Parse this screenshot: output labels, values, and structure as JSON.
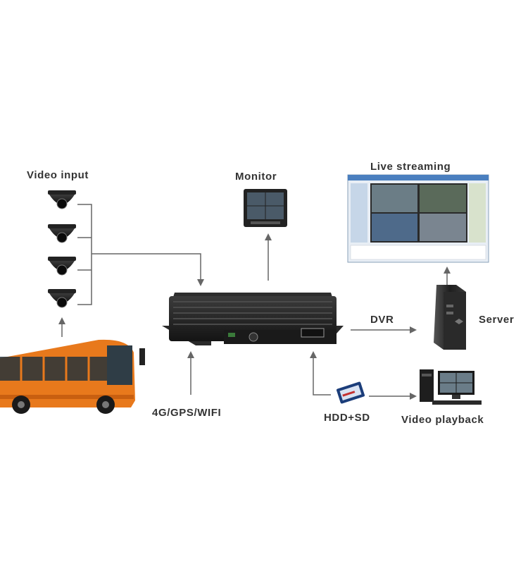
{
  "labels": {
    "video_input": "Video input",
    "monitor": "Monitor",
    "live_streaming": "Live streaming",
    "server": "Server",
    "dvr": "DVR",
    "network": "4G/GPS/WIFI",
    "storage": "HDD+SD",
    "video_playback": "Video playback"
  },
  "colors": {
    "text": "#333333",
    "arrow": "#666666",
    "bus_body": "#e8791c",
    "device": "#1b1b1b"
  },
  "icons": [
    "dome-camera-icon",
    "bus-icon",
    "mdvr-device-icon",
    "monitor-icon",
    "streaming-screen-icon",
    "server-tower-icon",
    "sd-card-icon",
    "desktop-pc-icon"
  ]
}
